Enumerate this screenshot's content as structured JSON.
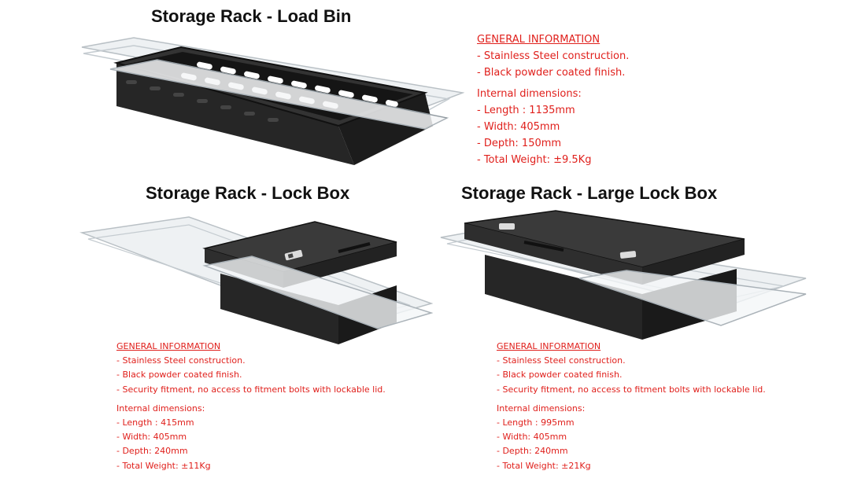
{
  "products": [
    {
      "title": "Storage Rack - Load Bin",
      "info": {
        "heading": "GENERAL INFORMATION",
        "features": [
          "- Stainless Steel construction.",
          "- Black powder coated finish."
        ],
        "dimensions_heading": "Internal dimensions:",
        "dimensions": [
          "- Length : 1135mm",
          "- Width: 405mm",
          "- Depth: 150mm",
          "- Total Weight: ±9.5Kg"
        ]
      }
    },
    {
      "title": "Storage Rack - Lock Box",
      "info": {
        "heading": "GENERAL INFORMATION",
        "features": [
          "- Stainless Steel construction.",
          "- Black powder coated finish.",
          "- Security fitment, no access to fitment bolts with lockable lid."
        ],
        "dimensions_heading": "Internal dimensions:",
        "dimensions": [
          "- Length : 415mm",
          "- Width: 405mm",
          "- Depth: 240mm",
          "- Total Weight: ±11Kg"
        ]
      }
    },
    {
      "title": "Storage Rack - Large Lock Box",
      "info": {
        "heading": "GENERAL INFORMATION",
        "features": [
          "- Stainless Steel construction.",
          "- Black powder coated finish.",
          "- Security fitment, no access to fitment bolts with lockable lid."
        ],
        "dimensions_heading": "Internal dimensions:",
        "dimensions": [
          "- Length : 995mm",
          "- Width: 405mm",
          "- Depth: 240mm",
          "- Total Weight: ±21Kg"
        ]
      }
    }
  ],
  "colors": {
    "info_text": "#e0201c",
    "title_text": "#111111",
    "product_body": "#2a2a2a",
    "rail": "#dfe3e6"
  }
}
